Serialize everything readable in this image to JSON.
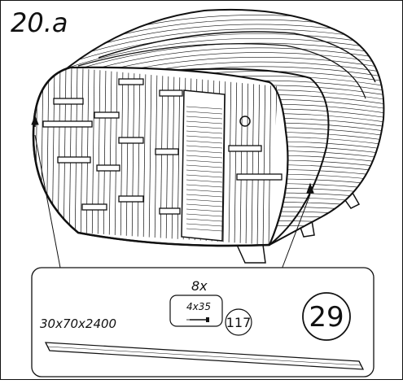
{
  "step": {
    "label": "20.a"
  },
  "parts_box": {
    "quantity": "8x",
    "screw_size": "4x35",
    "screw_ref": "117",
    "board_dimensions": "30x70x2400",
    "part_number": "29"
  },
  "colors": {
    "line": "#111111",
    "background": "#ffffff"
  },
  "icons": [
    "screw-icon",
    "sauna-barrel-illustration",
    "board-illustration"
  ]
}
